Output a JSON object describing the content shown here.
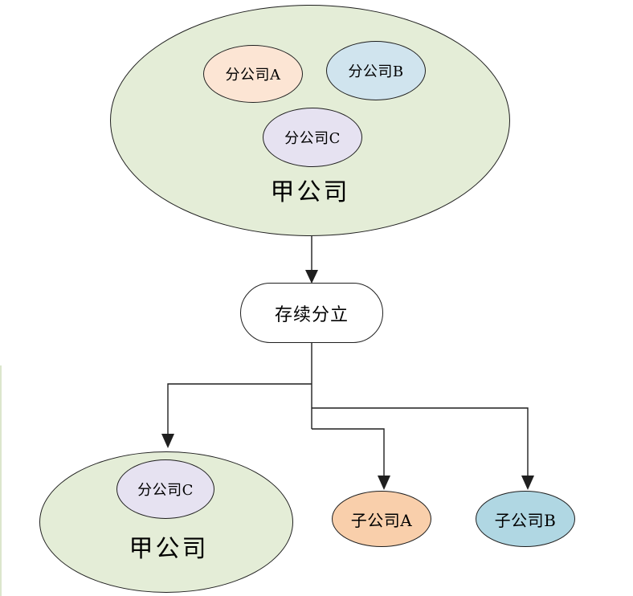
{
  "diagram": {
    "background": "#ffffff",
    "stroke_color": "#1f1f1f",
    "text_color": "#000000",
    "parent_before": {
      "label": "甲公司",
      "fill": "#e4edd7",
      "branches": [
        {
          "label": "分公司A",
          "fill": "#fce5d4"
        },
        {
          "label": "分公司B",
          "fill": "#d0e4ee"
        },
        {
          "label": "分公司C",
          "fill": "#e6e2f1"
        }
      ]
    },
    "process": {
      "label": "存续分立",
      "fill": "#ffffff"
    },
    "parent_after": {
      "label": "甲公司",
      "fill": "#e4edd7",
      "branch": {
        "label": "分公司C",
        "fill": "#e6e2f1"
      }
    },
    "subsidiaries": [
      {
        "label": "子公司A",
        "fill": "#f9cfab"
      },
      {
        "label": "子公司B",
        "fill": "#b0d7e3"
      }
    ]
  }
}
